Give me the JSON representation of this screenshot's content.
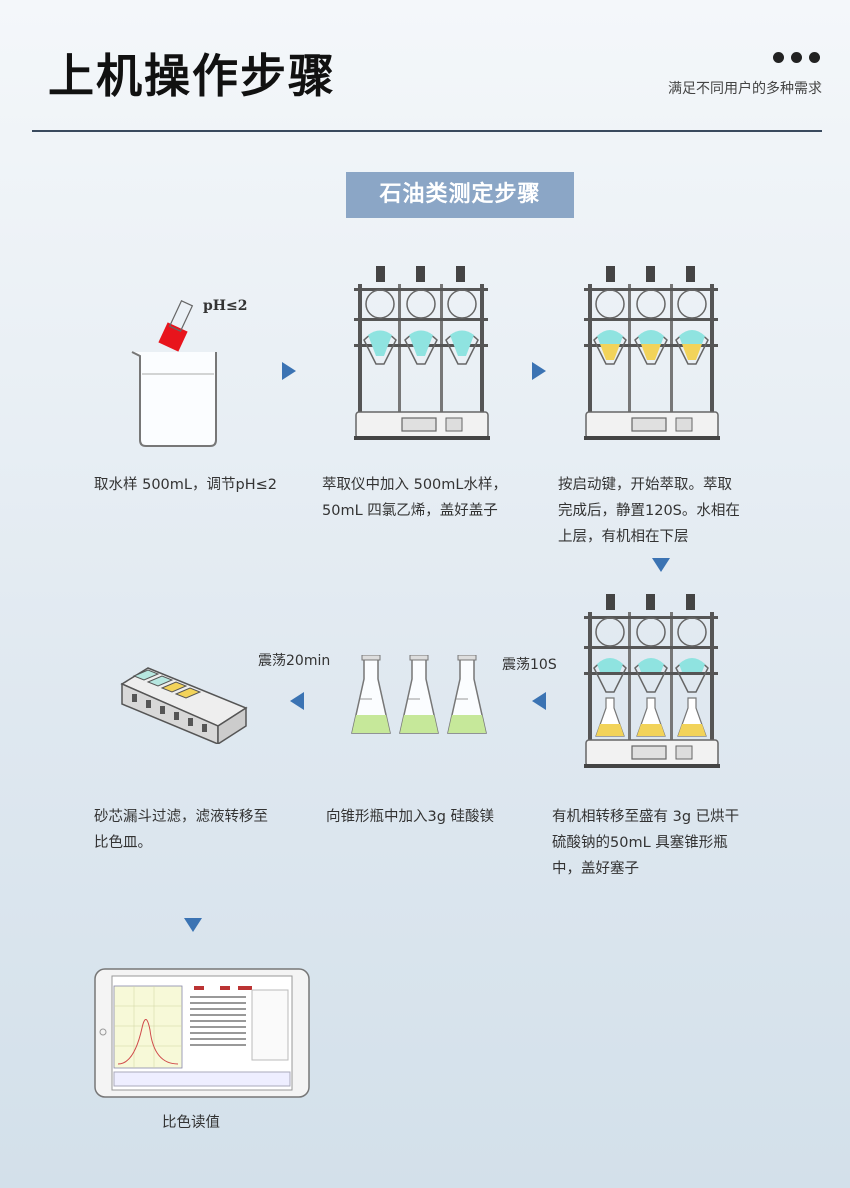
{
  "header": {
    "title": "上机操作步骤",
    "subtitle": "满足不同用户的多种需求"
  },
  "section_title": "石油类测定步骤",
  "steps": {
    "s1": {
      "ph_label": "pH≤2",
      "caption": "取水样 500mL，调节pH≤2"
    },
    "s2": {
      "caption_l1": "萃取仪中加入 500mL水样，",
      "caption_l2": "50mL 四氯乙烯，盖好盖子"
    },
    "s3": {
      "caption_l1": "按启动键，开始萃取。萃取",
      "caption_l2": "完成后，静置120S。水相在",
      "caption_l3": "上层，有机相在下层"
    },
    "s4": {
      "caption_l1": "有机相转移至盛有 3g 已烘干",
      "caption_l2": "硫酸钠的50mL 具塞锥形瓶",
      "caption_l3": "中，盖好塞子"
    },
    "s5": {
      "caption": "向锥形瓶中加入3g 硅酸镁"
    },
    "s6": {
      "caption_l1": "砂芯漏斗过滤，滤液转移至",
      "caption_l2": "比色皿。"
    },
    "s7": {
      "caption": "比色读值"
    }
  },
  "arrow_labels": {
    "shake10": "震荡10S",
    "shake20": "震荡20min"
  },
  "colors": {
    "accent_blue": "#3b73b3",
    "section_bg": "#8ba6c6",
    "rule": "#3a4a5e",
    "liquid_cyan": "#8fe3e0",
    "liquid_green": "#c6e89a",
    "liquid_yellow": "#f2d35a",
    "ph_red": "#e8141c"
  }
}
